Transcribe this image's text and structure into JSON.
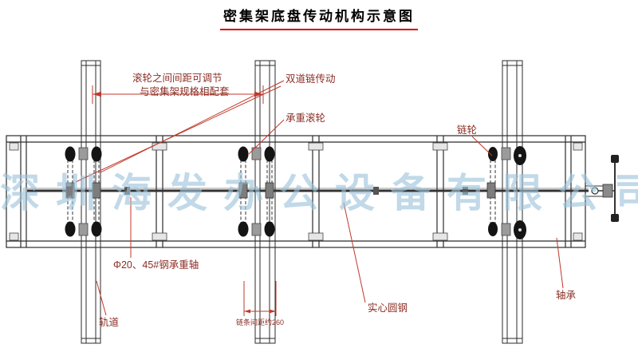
{
  "title": "密集架底盘传动机构示意图",
  "watermark": "深圳海发办公设备有限公司",
  "labels": {
    "roller_spacing_line1": "滚轮之间间距可调节",
    "roller_spacing_line2": "与密集架规格相配套",
    "double_chain": "双道链传动",
    "load_roller": "承重滚轮",
    "sprocket": "链轮",
    "steel_axle": "Φ20、45#钢承重轴",
    "rail": "轨道",
    "chain_spacing": "链条间距约260",
    "solid_round_steel": "实心圆钢",
    "bearing": "轴承"
  },
  "colors": {
    "label_text": "#8b2f26",
    "leader_line": "#c0392b",
    "title_underline": "#d40000",
    "watermark": "#9cc3da",
    "diagram_line": "#2b2b2b"
  }
}
